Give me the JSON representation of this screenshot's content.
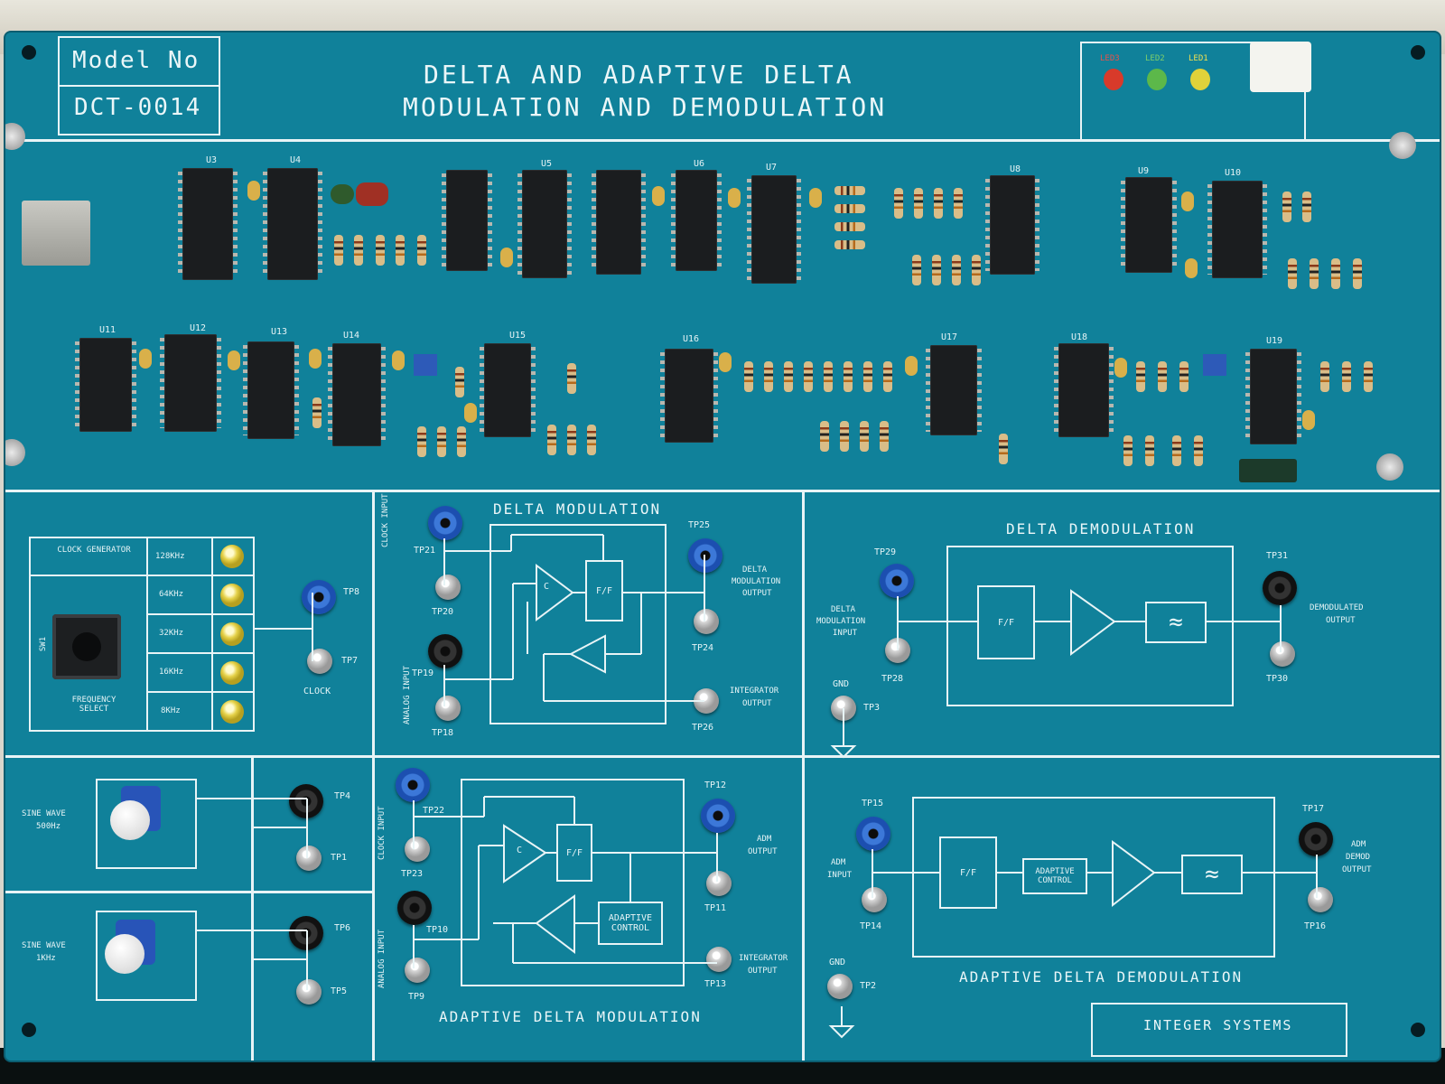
{
  "board": {
    "model_label": "Model No",
    "model_number": "DCT-0014",
    "title_line1": "DELTA AND ADAPTIVE DELTA",
    "title_line2": "MODULATION AND DEMODULATION",
    "leds": [
      "LED3",
      "LED2",
      "LED1"
    ],
    "led_colors": [
      "#d83a2a",
      "#5cb84a",
      "#e0d23a"
    ],
    "pcb_color": "#10819a",
    "silk_color": "#e8f4f6",
    "maker": "INTEGER SYSTEMS"
  },
  "ics_top": [
    "U3",
    "U4",
    "U5",
    "U6",
    "U7",
    "U8",
    "U9",
    "U10"
  ],
  "ics_bottom": [
    "U11",
    "U12",
    "U13",
    "U14",
    "U15",
    "U16",
    "U17",
    "U18",
    "U19"
  ],
  "clock_gen": {
    "title": "CLOCK GENERATOR",
    "button_label": "FREQUENCY SELECT",
    "switch_ref": "SW1",
    "freqs": [
      "128KHz",
      "64KHz",
      "32KHz",
      "16KHz",
      "8KHz"
    ],
    "tp8": "TP8",
    "tp7": "TP7",
    "clock": "CLOCK"
  },
  "sine": {
    "s500_line1": "SINE WAVE",
    "s500_line2": "500Hz",
    "s1k_line1": "SINE WAVE",
    "s1k_line2": "1KHz",
    "tp4": "TP4",
    "tp1": "TP1",
    "tp6": "TP6",
    "tp5": "TP5"
  },
  "dm": {
    "title": "DELTA MODULATION",
    "clock_input": "CLOCK INPUT",
    "analog_input": "ANALOG INPUT",
    "tp21": "TP21",
    "tp20": "TP20",
    "tp19": "TP19",
    "tp18": "TP18",
    "tp25": "TP25",
    "tp24": "TP24",
    "tp26": "TP26",
    "out1": "DELTA",
    "out2": "MODULATION",
    "out3": "OUTPUT",
    "int1": "INTEGRATOR",
    "int2": "OUTPUT",
    "comp": "C",
    "ff": "F/F"
  },
  "dd": {
    "title": "DELTA DEMODULATION",
    "tp29": "TP29",
    "tp28": "TP28",
    "tp31": "TP31",
    "tp30": "TP30",
    "tp3": "TP3",
    "in1": "DELTA",
    "in2": "MODULATION",
    "in3": "INPUT",
    "gnd": "GND",
    "out1": "DEMODULATED",
    "out2": "OUTPUT",
    "ff": "F/F",
    "lpf": "≈"
  },
  "adm": {
    "title": "ADAPTIVE DELTA MODULATION",
    "clock_input": "CLOCK INPUT",
    "analog_input": "ANALOG INPUT",
    "tp22": "TP22",
    "tp23": "TP23",
    "tp10": "TP10",
    "tp9": "TP9",
    "tp12": "TP12",
    "tp11": "TP11",
    "tp13": "TP13",
    "out1": "ADM",
    "out2": "OUTPUT",
    "int1": "INTEGRATOR",
    "int2": "OUTPUT",
    "adaptive1": "ADAPTIVE",
    "adaptive2": "CONTROL",
    "comp": "C",
    "ff": "F/F"
  },
  "add": {
    "title": "ADAPTIVE DELTA DEMODULATION",
    "tp15": "TP15",
    "tp14": "TP14",
    "tp17": "TP17",
    "tp16": "TP16",
    "tp2": "TP2",
    "in1": "ADM",
    "in2": "INPUT",
    "gnd": "GND",
    "out1": "ADM",
    "out2": "DEMOD",
    "out3": "OUTPUT",
    "adaptive1": "ADAPTIVE",
    "adaptive2": "CONTROL",
    "ff": "F/F",
    "lpf": "≈"
  }
}
